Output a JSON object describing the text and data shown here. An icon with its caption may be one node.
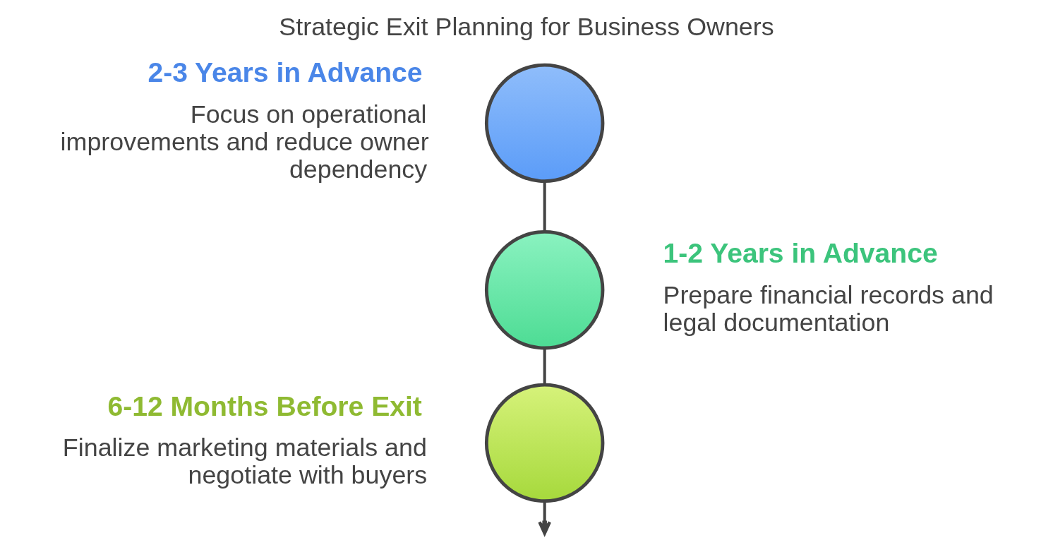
{
  "diagram": {
    "title": "Strategic Exit Planning for Business Owners",
    "nodes": [
      {
        "text": [],
        "shape": "circle",
        "beside": [
          "2-3 Years in Advance",
          "Focus on operational improvements and reduce owner dependency"
        ]
      },
      {
        "text": [],
        "shape": "circle",
        "beside": [
          "1-2 Years in Advance",
          "Prepare financial records and legal documentation"
        ]
      },
      {
        "text": [],
        "shape": "circle",
        "beside": [
          "6-12 Months Before Exit",
          "Finalize marketing materials and negotiate with buyers"
        ]
      }
    ],
    "edges": [
      {
        "from": 0,
        "to": 1,
        "arrow": "none"
      },
      {
        "from": 1,
        "to": 2,
        "arrow": "none"
      },
      {
        "from": 2,
        "to": null,
        "arrow": "to"
      }
    ]
  }
}
